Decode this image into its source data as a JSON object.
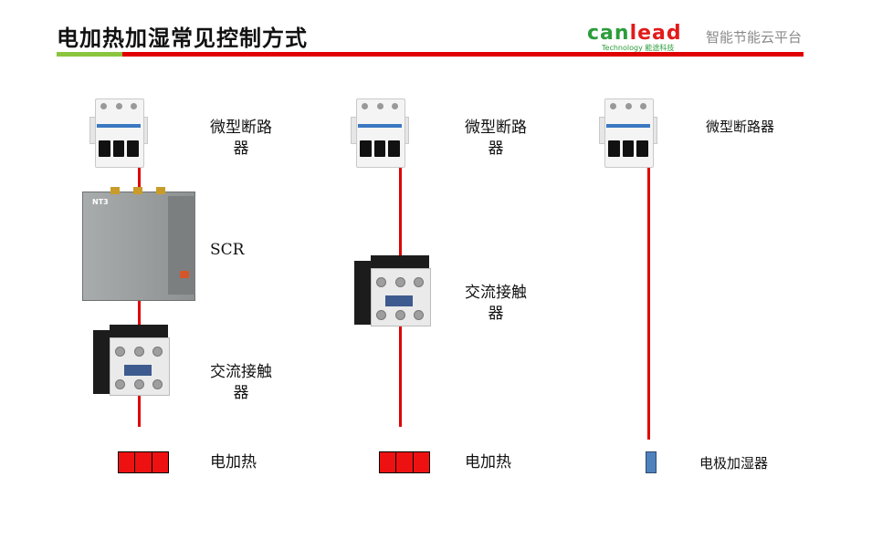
{
  "header": {
    "title": "电加热加湿常见控制方式",
    "logo_part1": "can",
    "logo_part2": "lead",
    "logo_sub": "Technology 能途科技",
    "logo_side": "智能节能云平台"
  },
  "colors": {
    "accent_red": "#e00000",
    "accent_green": "#8bc53f",
    "heater": "#ee1111",
    "electrode": "#4f81bd"
  },
  "columns": [
    {
      "breaker_label": "微型断路\n器",
      "scr_label": "SCR",
      "contactor_label": "交流接触\n器",
      "load_label": "电加热"
    },
    {
      "breaker_label": "微型断路\n器",
      "contactor_label": "交流接触\n器",
      "load_label": "电加热"
    },
    {
      "breaker_label": "微型断路器",
      "load_label": "电极加湿器"
    }
  ],
  "device_tags": {
    "scr_nameplate": "NT3"
  }
}
